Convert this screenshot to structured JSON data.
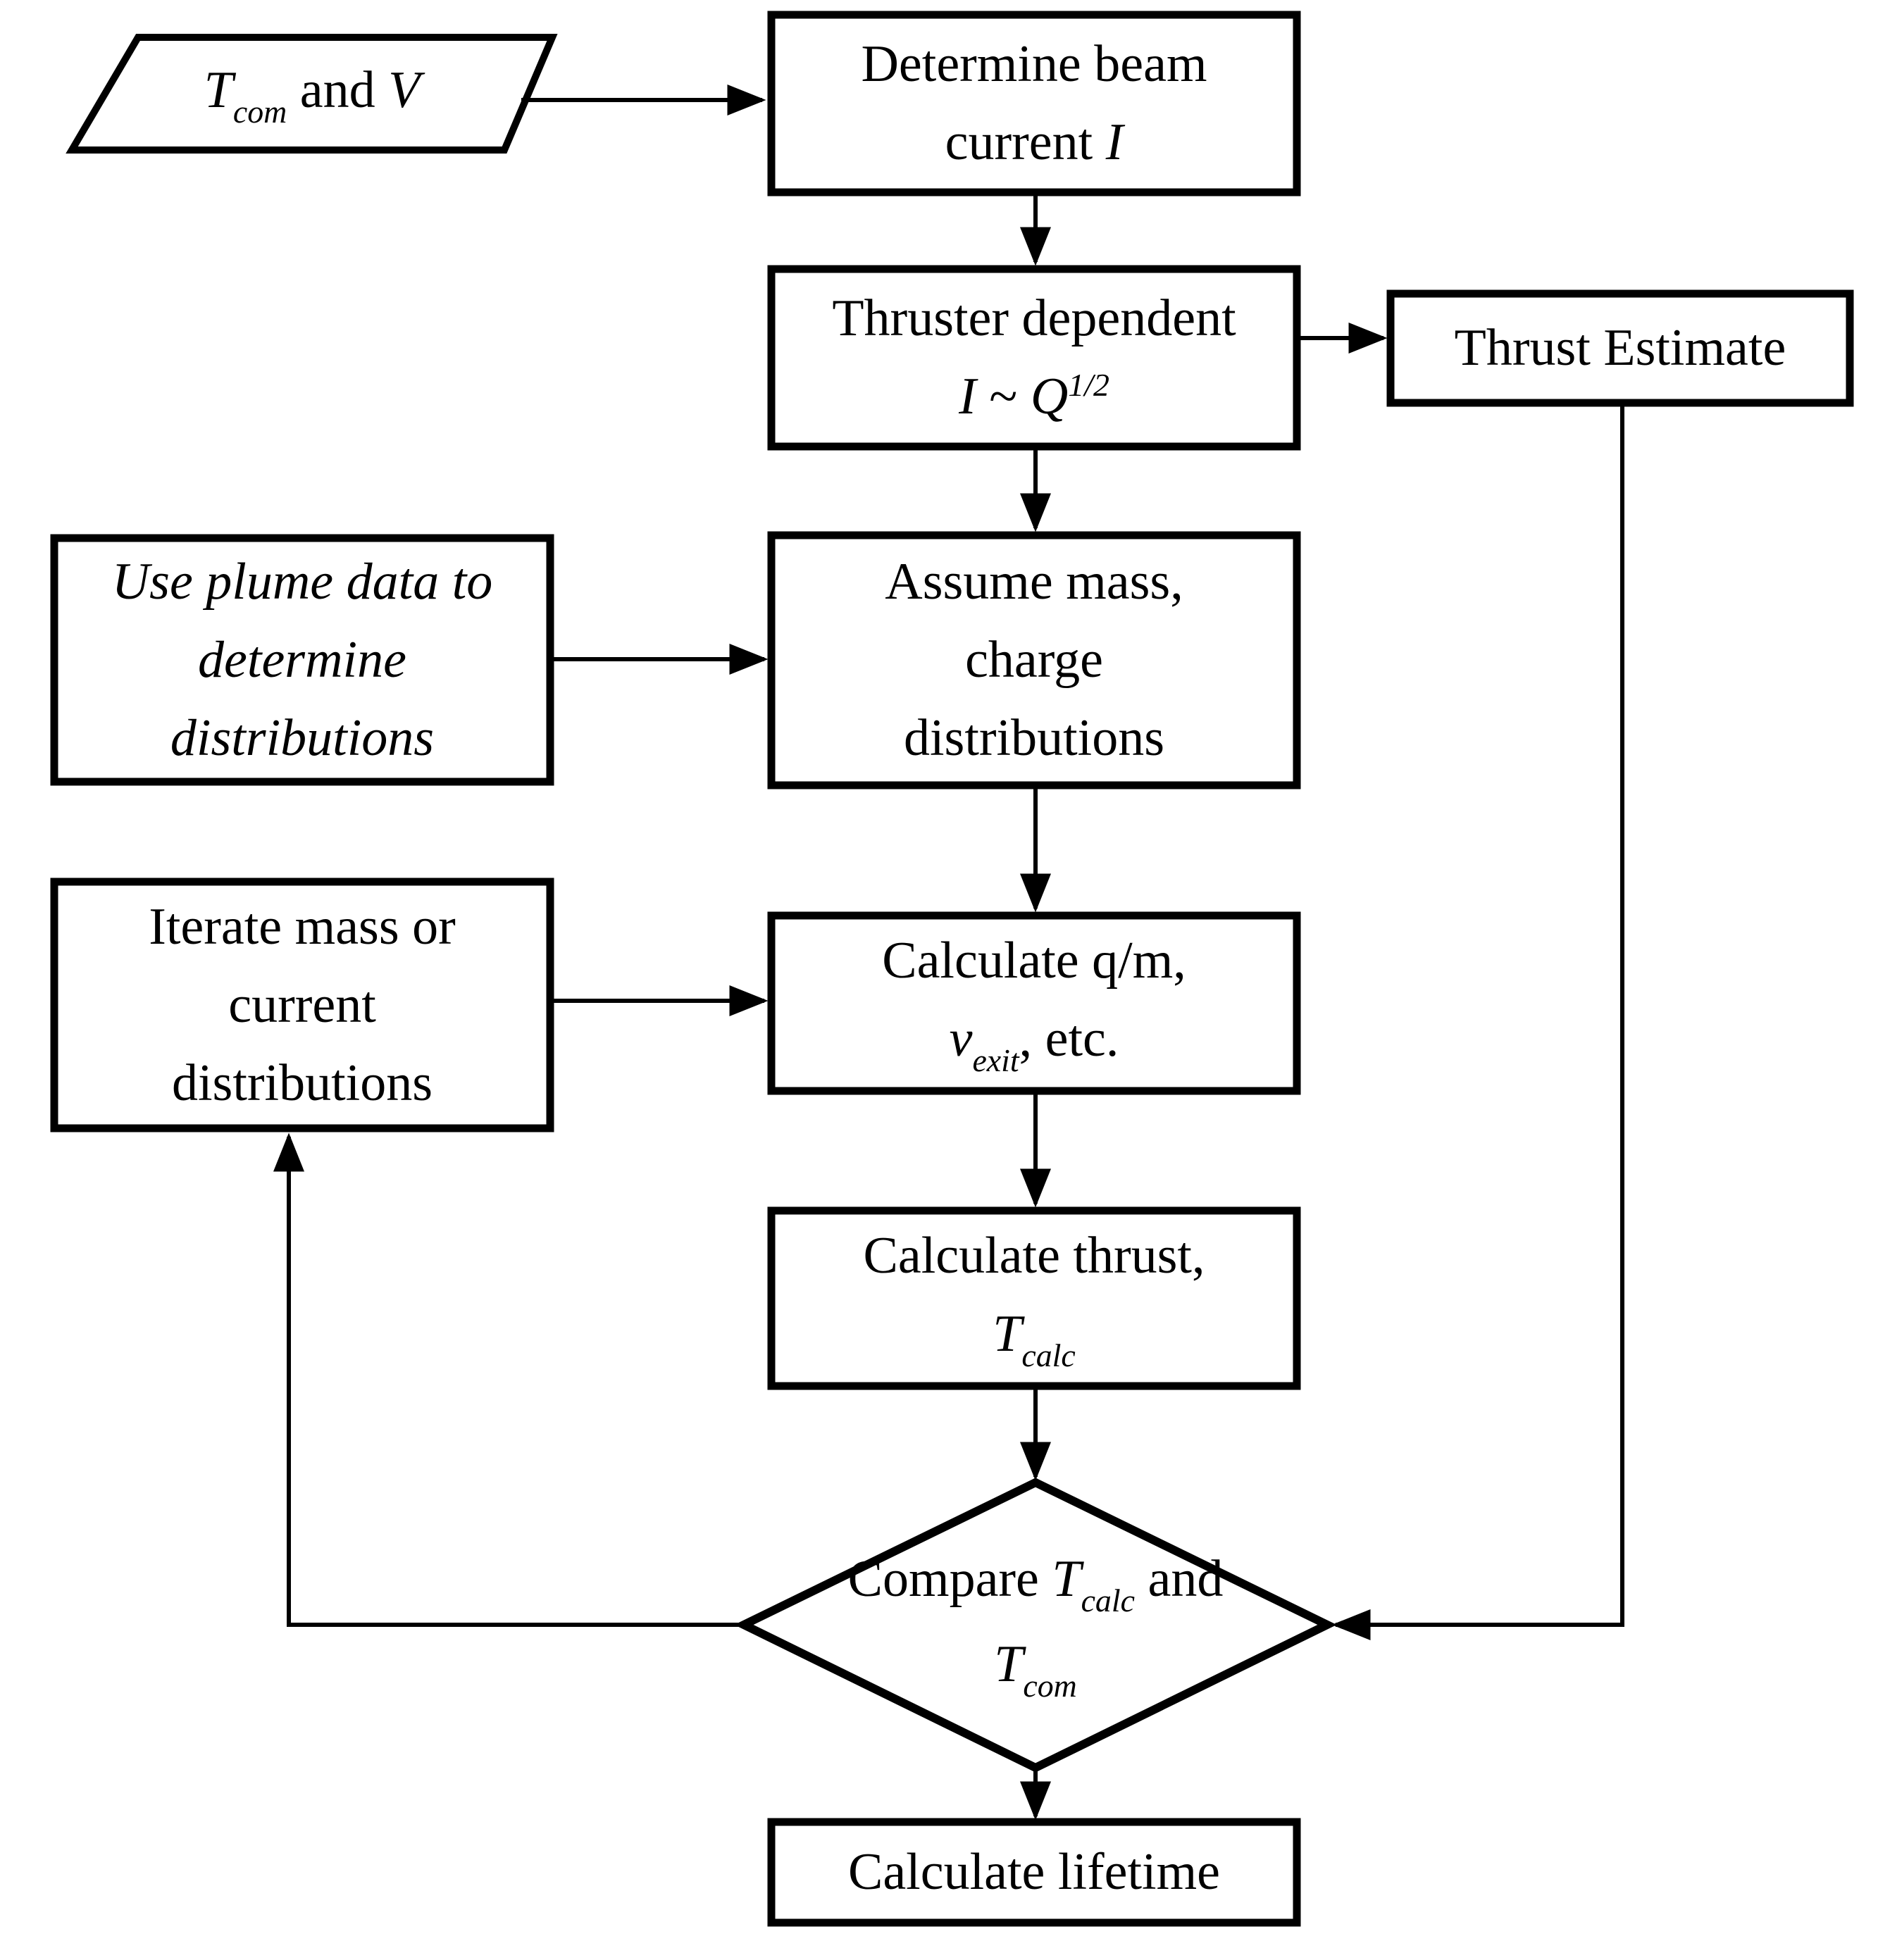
{
  "colors": {
    "line": "#000000",
    "fill": "#ffffff",
    "text": "#000000"
  },
  "diagram": {
    "title": "Thrust / lifetime calculation flowchart",
    "nodes": [
      {
        "id": "input-tcom-v",
        "shape": "parallelogram",
        "text": "Tcom and V",
        "segments": [
          {
            "t": "T",
            "i": true
          },
          {
            "t": "com",
            "i": true,
            "sub": true
          },
          {
            "t": " and ",
            "i": false
          },
          {
            "t": "V",
            "i": true
          }
        ]
      },
      {
        "id": "determine-beam-current",
        "shape": "rect",
        "text": "Determine beam current I",
        "segments": [
          {
            "t": "Determine beam"
          },
          {
            "br": true
          },
          {
            "t": "current "
          },
          {
            "t": "I",
            "i": true
          }
        ]
      },
      {
        "id": "thruster-dependent",
        "shape": "rect",
        "text": "Thruster dependent I ~ Q1/2",
        "segments": [
          {
            "t": "Thruster dependent"
          },
          {
            "br": true
          },
          {
            "t": "I",
            "i": true
          },
          {
            "t": " ~ "
          },
          {
            "t": "Q",
            "i": true
          },
          {
            "t": "1/2",
            "i": true,
            "sup": true
          }
        ]
      },
      {
        "id": "thrust-estimate",
        "shape": "rect",
        "text": "Thrust Estimate",
        "segments": [
          {
            "t": "Thrust Estimate"
          }
        ]
      },
      {
        "id": "use-plume-data",
        "shape": "rect",
        "text": "Use plume data to determine distributions",
        "segments": [
          {
            "t": "Use plume data to",
            "i": true
          },
          {
            "br": true
          },
          {
            "t": "determine",
            "i": true
          },
          {
            "br": true
          },
          {
            "t": "distributions",
            "i": true
          }
        ]
      },
      {
        "id": "assume-distributions",
        "shape": "rect",
        "text": "Assume mass, charge distributions",
        "segments": [
          {
            "t": "Assume mass,"
          },
          {
            "br": true
          },
          {
            "t": "charge"
          },
          {
            "br": true
          },
          {
            "t": "distributions"
          }
        ]
      },
      {
        "id": "iterate-distributions",
        "shape": "rect",
        "text": "Iterate mass or current distributions",
        "segments": [
          {
            "t": "Iterate mass or"
          },
          {
            "br": true
          },
          {
            "t": "current"
          },
          {
            "br": true
          },
          {
            "t": "distributions"
          }
        ]
      },
      {
        "id": "calculate-qm",
        "shape": "rect",
        "text": "Calculate q/m, vexit, etc.",
        "segments": [
          {
            "t": "Calculate q/m,"
          },
          {
            "br": true
          },
          {
            "t": "v",
            "i": true
          },
          {
            "t": "exit",
            "i": true,
            "sub": true
          },
          {
            "t": ", etc."
          }
        ]
      },
      {
        "id": "calculate-thrust",
        "shape": "rect",
        "text": "Calculate thrust, Tcalc",
        "segments": [
          {
            "t": "Calculate thrust,"
          },
          {
            "br": true
          },
          {
            "t": "T",
            "i": true
          },
          {
            "t": "calc",
            "i": true,
            "sub": true
          }
        ]
      },
      {
        "id": "compare-decision",
        "shape": "diamond",
        "text": "Compare Tcalc and Tcom",
        "segments": [
          {
            "t": "Compare "
          },
          {
            "t": "T",
            "i": true
          },
          {
            "t": "calc",
            "i": true,
            "sub": true
          },
          {
            "t": " and"
          },
          {
            "br": true
          },
          {
            "t": "T",
            "i": true
          },
          {
            "t": "com",
            "i": true,
            "sub": true
          }
        ]
      },
      {
        "id": "calculate-lifetime",
        "shape": "rect",
        "text": "Calculate lifetime",
        "segments": [
          {
            "t": "Calculate lifetime"
          }
        ]
      }
    ],
    "edges": [
      {
        "from": "input-tcom-v",
        "to": "determine-beam-current"
      },
      {
        "from": "determine-beam-current",
        "to": "thruster-dependent"
      },
      {
        "from": "thruster-dependent",
        "to": "thrust-estimate"
      },
      {
        "from": "thruster-dependent",
        "to": "assume-distributions"
      },
      {
        "from": "use-plume-data",
        "to": "assume-distributions"
      },
      {
        "from": "assume-distributions",
        "to": "calculate-qm"
      },
      {
        "from": "iterate-distributions",
        "to": "calculate-qm"
      },
      {
        "from": "calculate-qm",
        "to": "calculate-thrust"
      },
      {
        "from": "calculate-thrust",
        "to": "compare-decision"
      },
      {
        "from": "thrust-estimate",
        "to": "compare-decision"
      },
      {
        "from": "compare-decision",
        "to": "iterate-distributions"
      },
      {
        "from": "compare-decision",
        "to": "calculate-lifetime"
      }
    ]
  }
}
